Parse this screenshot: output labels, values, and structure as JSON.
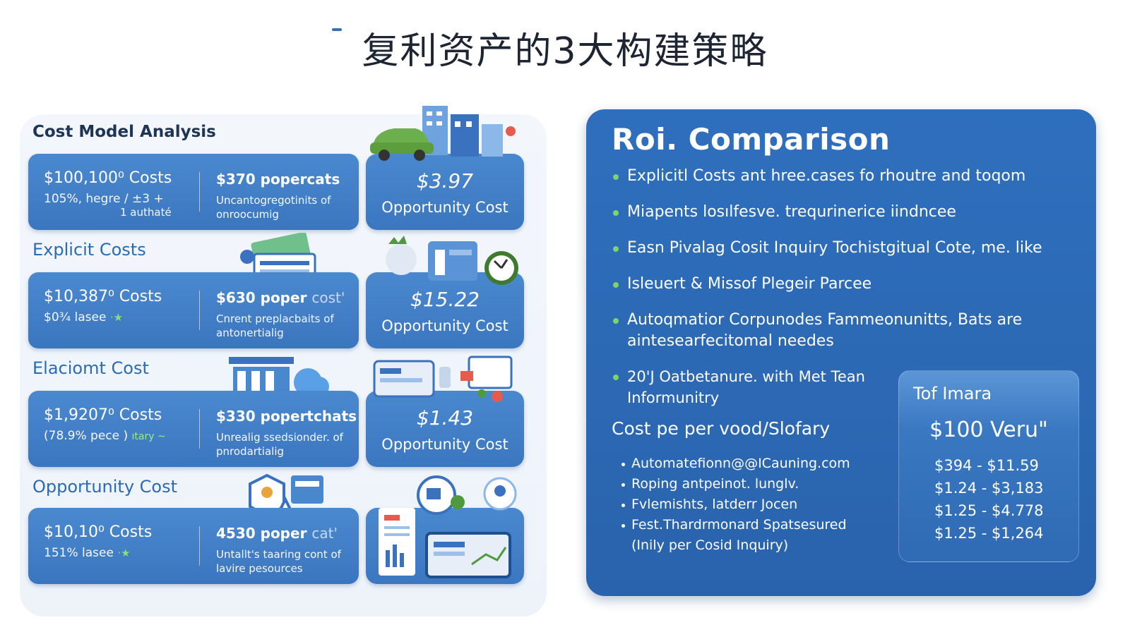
{
  "title": "复利资产的3大构建策略",
  "left": {
    "heading": "Cost Model Analysis",
    "sections": [
      {
        "heading": "",
        "card": {
          "main": "$100,100⁰ Costs",
          "sub": "105%, hegre / ±3 +",
          "sub2": "1 authaté",
          "right_main": "$370 popercats",
          "right_faded": "",
          "right_sub": "Uncantogregotinits of onroocumig"
        },
        "opp": {
          "value": "$3.97",
          "label": "Opportunity Cost"
        }
      },
      {
        "heading": "Explicit Costs",
        "card": {
          "main": "$10,387⁰ Costs",
          "sub": "$0¾ lasee",
          "sub2": "",
          "right_main": "$630 poper",
          "right_faded": "cost'",
          "right_sub": "Cnrent preplacbaits of antonertialig"
        },
        "opp": {
          "value": "$15.22",
          "label": "Opportunity Cost"
        }
      },
      {
        "heading": "Elaciomt Cost",
        "card": {
          "main": "$1,9207⁰ Costs",
          "sub": "(78.9% pece )",
          "sub2": "",
          "tag": "ıtary ~",
          "right_main": "$330 popertchats",
          "right_faded": "",
          "right_sub": "Unrealig ssedsionder. of pnrodartialig"
        },
        "opp": {
          "value": "$1.43",
          "label": "Opportunity Cost"
        }
      },
      {
        "heading": "Opportunity Cost",
        "card": {
          "main": "$10,10⁰ Costs",
          "sub": "151% lasee",
          "sub2": "",
          "right_main": "4530 poper",
          "right_faded": "cat'",
          "right_sub": "Untallt's taaring cont of lavire pesources"
        },
        "opp": {
          "value": "",
          "label": ""
        }
      }
    ]
  },
  "right": {
    "title": "Roi. Comparison",
    "bullets": [
      "Explicitl Costs ant hree.cases fo rhoutre and toqom",
      "Miapents losılfesve. trequrinerice iindncee",
      "Easn Pivalag Cosit Inquiry Tochistgitual Cote, me. like",
      "Isleuert & Missof Plegeir Parcee",
      "Autoqmatior Corpunodes Fammeonunitts, Bats are aintesearfecitomal needes",
      "20'J Oatbetanure. with Met Tean Informunitry"
    ],
    "sub_heading": "Cost pe per vood/Slofary",
    "sub_items": [
      "Automatefionn@@ICauning.com",
      "Roping antpeinot. lunglv.",
      "Fvlemishts, latderr Jocen",
      "Fest.Thardrmonard Spatsesured"
    ],
    "sub_note": "(Inily per Cosid Inquiry)",
    "price_box": {
      "title": "Tof Imara",
      "value": "$100 Veru\"",
      "ranges": [
        "$394 - $11.59",
        "$1.24 - $3,183",
        "$1.25 - $4.778",
        "$1.25 - $1,264"
      ]
    }
  },
  "colors": {
    "accent": "#2e6fbd",
    "card": "#4284cb",
    "bullet": "#7ed36a",
    "heading": "#2a6bb5"
  }
}
